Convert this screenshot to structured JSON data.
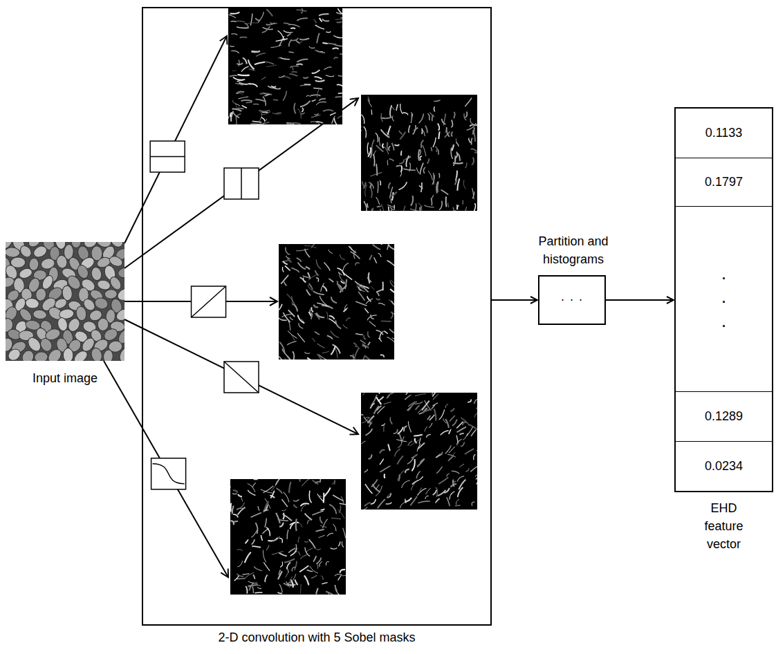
{
  "diagram": {
    "nodes": [
      {
        "text": [
          "Input image"
        ]
      },
      {
        "text": [
          "2-D convolution with 5 Sobel masks"
        ]
      },
      {
        "text": [
          "Partition and histograms",
          "· · ·"
        ]
      },
      {
        "text": [
          "EHD feature vector"
        ]
      },
      {
        "text": [
          "0.1133"
        ],
        "in": 3
      },
      {
        "text": [
          "0.1797"
        ],
        "in": 3
      },
      {
        "text": [
          ". . ."
        ],
        "in": 3
      },
      {
        "text": [
          "0.1289"
        ],
        "in": 3
      },
      {
        "text": [
          "0.0234"
        ],
        "in": 3
      }
    ],
    "edges": [
      {
        "from": 1,
        "to": 2,
        "arrow": "to"
      },
      {
        "from": 2,
        "to": 3,
        "arrow": "to"
      }
    ]
  }
}
